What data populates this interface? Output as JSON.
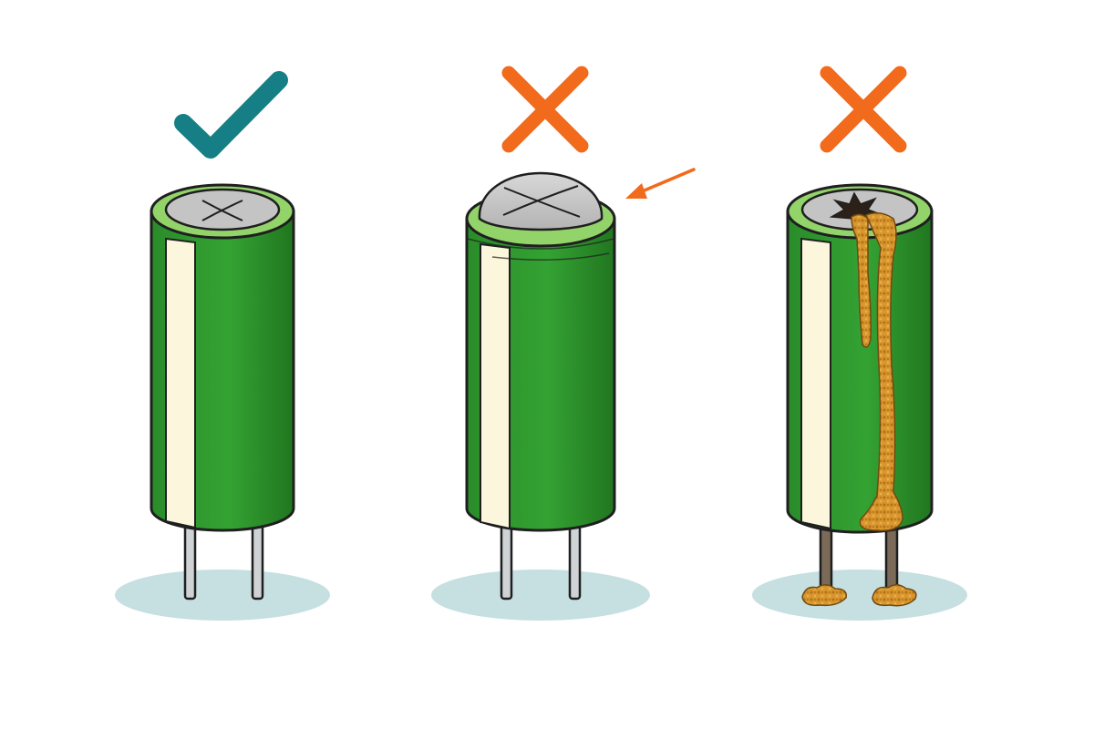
{
  "colors": {
    "background": "#ffffff",
    "good_mark": "#157f85",
    "bad_mark": "#f26a1b",
    "body_green": "#2f9a2e",
    "body_green_dark": "#237a24",
    "rim_green": "#92d36a",
    "stripe": "#fbf6dc",
    "cap_gray": "#c4c4c4",
    "cap_gray_dark": "#a9a9a9",
    "lead_gray": "#cfd3d6",
    "lead_corroded": "#7b6a58",
    "electrolyte": "#d89a32",
    "shadow": "#c6dfe1",
    "outline": "#1f1f1f"
  },
  "capacitors": [
    {
      "state": "good",
      "mark": "check-icon"
    },
    {
      "state": "bulging-top",
      "mark": "cross-icon",
      "pointer": "arrow-icon"
    },
    {
      "state": "leaking-electrolyte",
      "mark": "cross-icon"
    }
  ]
}
